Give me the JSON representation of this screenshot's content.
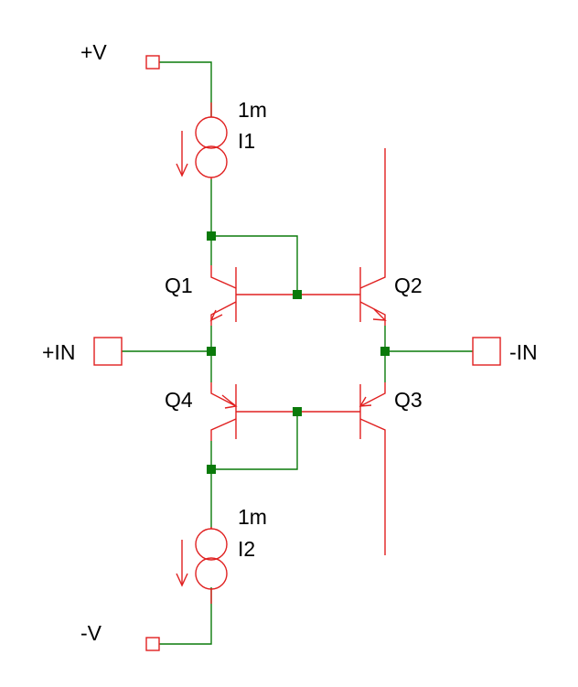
{
  "colors": {
    "wire": "#0a7a0a",
    "component": "#e02020",
    "junction": "#0a7a0a",
    "text": "#000000",
    "background": "#ffffff"
  },
  "labels": {
    "vplus": "+V",
    "vminus": "-V",
    "in_plus": "+IN",
    "in_minus": "-IN",
    "q1": "Q1",
    "q2": "Q2",
    "q3": "Q3",
    "q4": "Q4",
    "i1_value": "1m",
    "i1_name": "I1",
    "i2_value": "1m",
    "i2_name": "I2"
  }
}
